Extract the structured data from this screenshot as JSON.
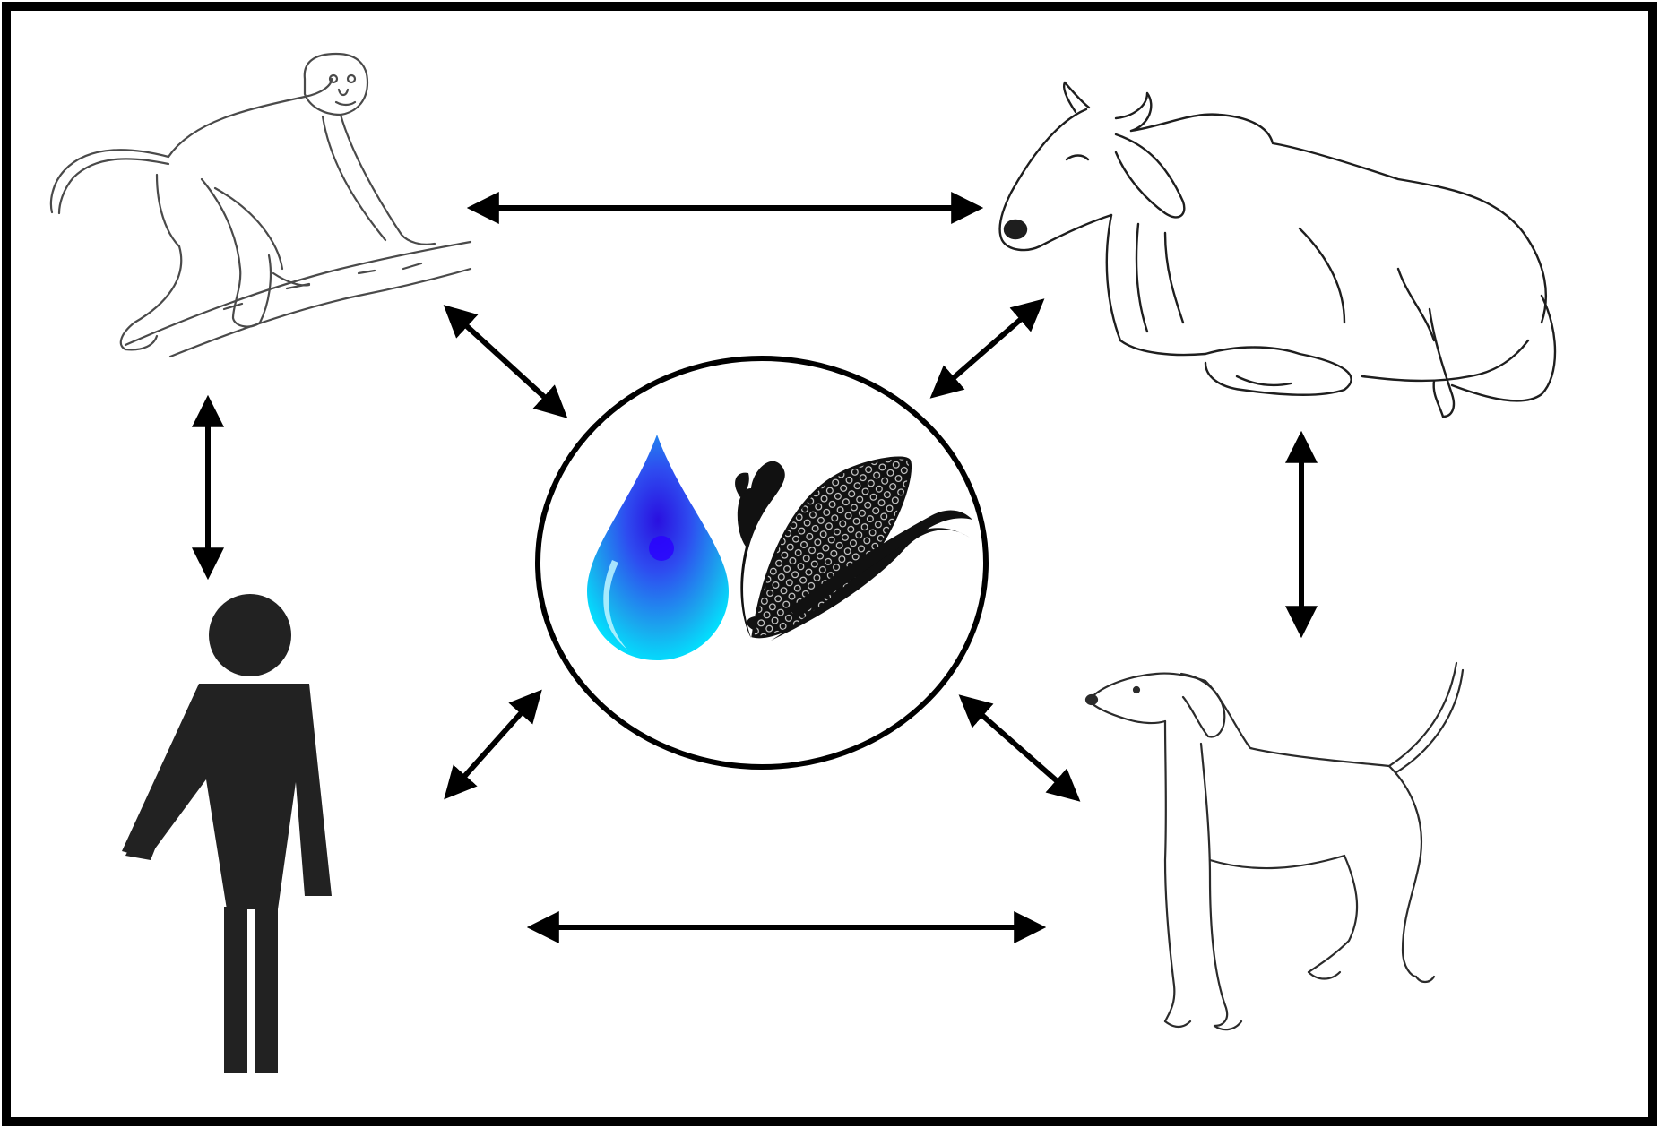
{
  "diagram": {
    "hub": {
      "items": [
        {
          "icon": "water-drop-icon"
        },
        {
          "icon": "corn-cob-icon"
        }
      ]
    },
    "nodes": [
      {
        "id": "monkey",
        "icon": "monkey-icon"
      },
      {
        "id": "cow",
        "icon": "cow-icon"
      },
      {
        "id": "human",
        "icon": "human-figure-icon"
      },
      {
        "id": "dog",
        "icon": "dog-icon"
      }
    ],
    "links": [
      {
        "from": "monkey",
        "to": "cow",
        "direction": "both"
      },
      {
        "from": "monkey",
        "to": "human",
        "direction": "both"
      },
      {
        "from": "cow",
        "to": "dog",
        "direction": "both"
      },
      {
        "from": "human",
        "to": "dog",
        "direction": "both"
      },
      {
        "from": "monkey",
        "to": "hub",
        "direction": "both"
      },
      {
        "from": "cow",
        "to": "hub",
        "direction": "both"
      },
      {
        "from": "human",
        "to": "hub",
        "direction": "both"
      },
      {
        "from": "dog",
        "to": "hub",
        "direction": "both"
      }
    ],
    "colors": {
      "frame": "#000000",
      "background": "#ffffff",
      "arrows": "#000000",
      "line_art": "#3a3a3a",
      "human": "#222222",
      "drop_light": "#00e5ff",
      "drop_dark": "#1e2bd6",
      "corn": "#111111"
    }
  }
}
